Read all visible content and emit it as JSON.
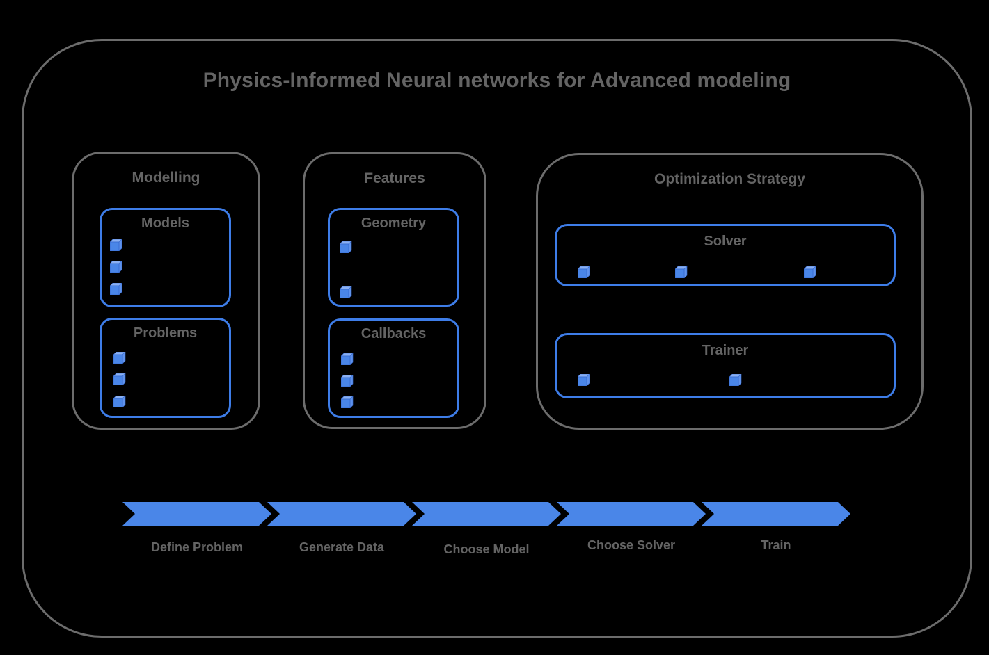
{
  "title": "Physics-Informed Neural networks for Advanced modeling",
  "colors": {
    "background": "#000000",
    "arrow_blue": "#4a86e8",
    "box_border_blue": "#3e7de8",
    "gray_border": "#6c6c6c",
    "gray_text": "#646464",
    "cube_front": "#4a86e8",
    "cube_top": "#8ab0f3",
    "cube_side": "#5f92ec",
    "cube_edge": "#3569cf"
  },
  "sections": [
    {
      "label": "Modelling",
      "groups": [
        {
          "label": "Models",
          "items": 3
        },
        {
          "label": "Problems",
          "items": 3
        }
      ]
    },
    {
      "label": "Features",
      "groups": [
        {
          "label": "Geometry",
          "items": 2
        },
        {
          "label": "Callbacks",
          "items": 3
        }
      ]
    },
    {
      "label": "Optimization Strategy",
      "groups": [
        {
          "label": "Solver",
          "items": 3
        },
        {
          "label": "Trainer",
          "items": 2
        }
      ]
    }
  ],
  "pipeline": {
    "steps": [
      {
        "label": "Define Problem"
      },
      {
        "label": "Generate Data"
      },
      {
        "label": "Choose Model"
      },
      {
        "label": "Choose Solver"
      },
      {
        "label": "Train"
      }
    ]
  }
}
